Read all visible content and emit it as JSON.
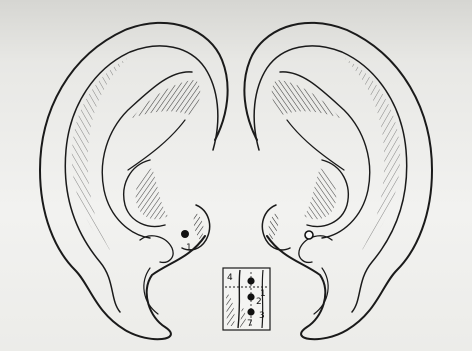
{
  "figure": {
    "type": "ear acupoint illustration",
    "ink_color": "#1a1a1a",
    "paper_color": "#f0f0ee"
  },
  "left_ear": {
    "point_label": "1",
    "point_style": "filled"
  },
  "right_ear": {
    "point_style": "open"
  },
  "inset": {
    "labels": [
      "4",
      "1",
      "2",
      "3",
      "7"
    ],
    "point_count": 3
  }
}
